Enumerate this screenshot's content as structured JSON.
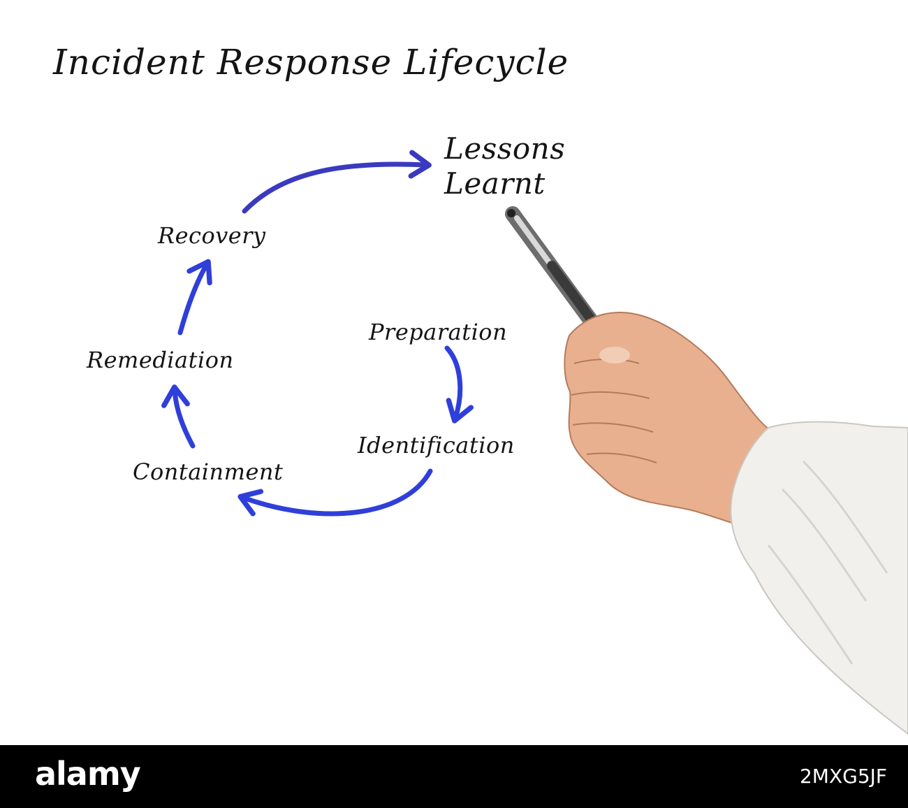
{
  "title": "Incident Response Lifecycle",
  "stages": {
    "lessons": "Lessons Learnt",
    "recovery": "Recovery",
    "preparation": "Preparation",
    "remediation": "Remediation",
    "identification": "Identification",
    "containment": "Containment"
  },
  "footer": {
    "logo": "alamy",
    "image_id": "2MXG5JF"
  },
  "colors": {
    "arrow_blue": "#2f3fd9",
    "arrow_indigo": "#3a3ac0",
    "text": "#141414",
    "footer_bg": "#000000",
    "footer_text": "#ffffff"
  },
  "icons": {
    "pen": "pen-icon",
    "hand": "hand-icon",
    "arrows": "cycle-arrow-icon"
  }
}
